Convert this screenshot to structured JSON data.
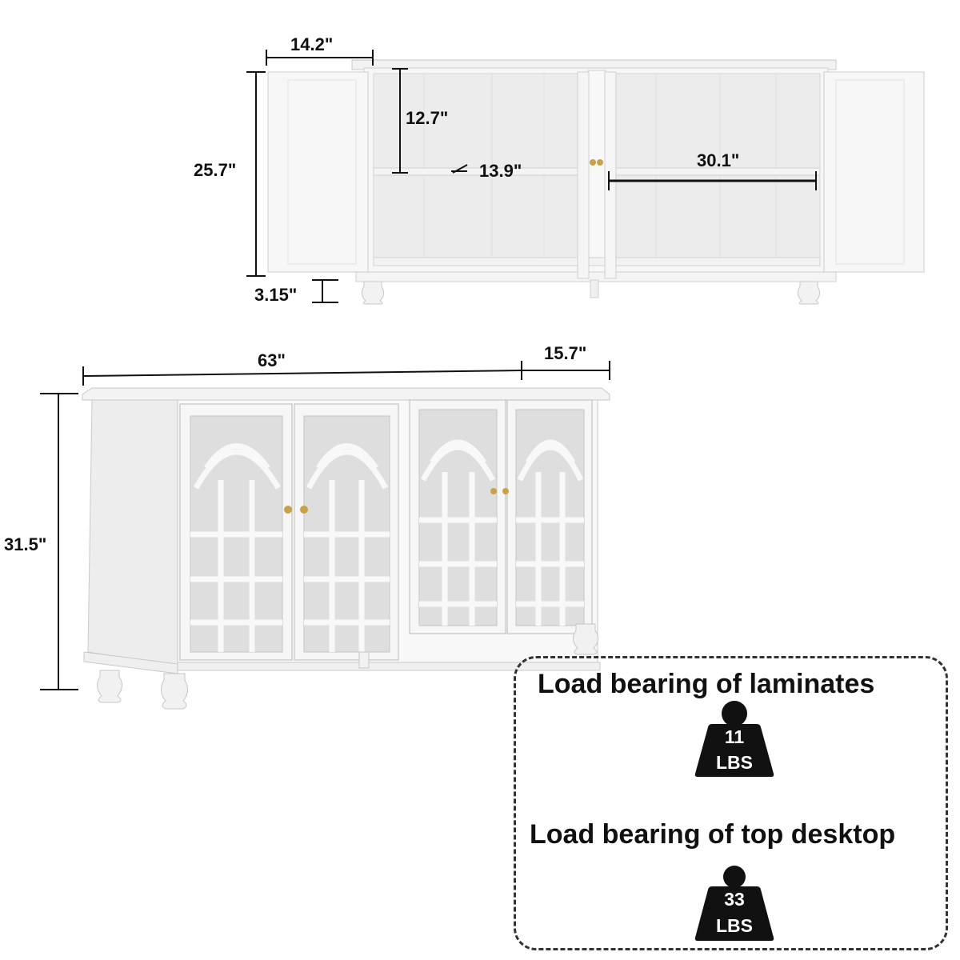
{
  "dimensions": {
    "door_width": "14.2\"",
    "inner_height": "25.7\"",
    "shelf_height": "12.7\"",
    "shelf_depth": "13.9\"",
    "shelf_width": "30.1\"",
    "leg_height": "3.15\"",
    "total_width": "63\"",
    "total_depth": "15.7\"",
    "total_height": "31.5\""
  },
  "load_bearing": {
    "laminates_label": "Load bearing of laminates",
    "laminates_value": "11",
    "laminates_unit": "LBS",
    "top_label": "Load bearing of top desktop",
    "top_value": "33",
    "top_unit": "LBS"
  },
  "colors": {
    "cabinet": "#f7f7f7",
    "cabinet_shade": "#e4e4e4",
    "outline": "#bdbdbd",
    "glass": "#dcdcdc",
    "handle": "#c8a24a",
    "ink": "#111111"
  }
}
